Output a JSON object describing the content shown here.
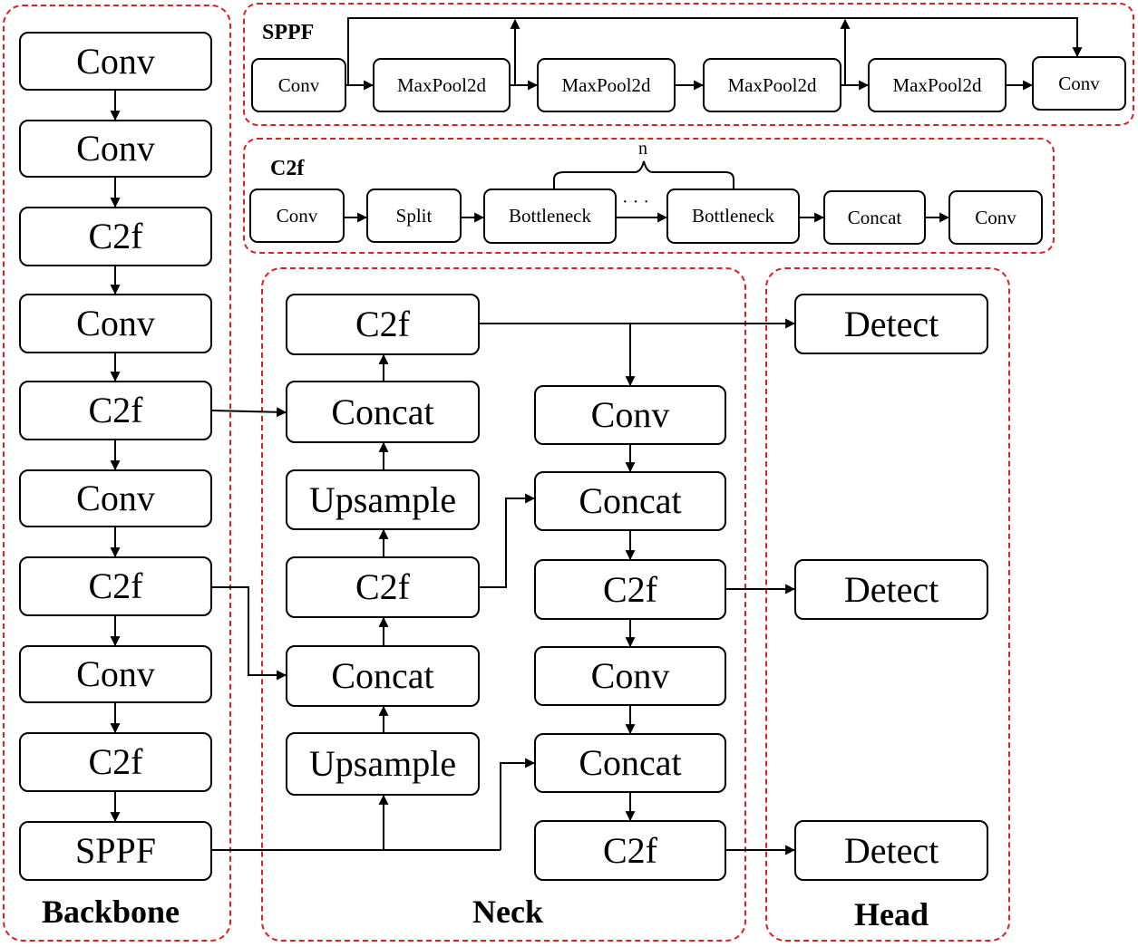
{
  "groups": {
    "backbone_label": "Backbone",
    "neck_label": "Neck",
    "head_label": "Head"
  },
  "backbone": {
    "nodes": [
      "Conv",
      "Conv",
      "C2f",
      "Conv",
      "C2f",
      "Conv",
      "C2f",
      "Conv",
      "C2f",
      "SPPF"
    ]
  },
  "neck": {
    "left_column": [
      "C2f",
      "Concat",
      "Upsample",
      "C2f",
      "Concat",
      "Upsample"
    ],
    "right_column": [
      "Conv",
      "Concat",
      "C2f",
      "Conv",
      "Concat",
      "C2f"
    ]
  },
  "head": {
    "nodes": [
      "Detect",
      "Detect",
      "Detect"
    ]
  },
  "sppf_detail": {
    "title": "SPPF",
    "nodes": [
      "Conv",
      "MaxPool2d",
      "MaxPool2d",
      "MaxPool2d",
      "MaxPool2d",
      "Conv"
    ]
  },
  "c2f_detail": {
    "title": "C2f",
    "nodes": [
      "Conv",
      "Split",
      "Bottleneck",
      "Bottleneck",
      "Concat",
      "Conv"
    ],
    "repeat_label": "n",
    "ellipsis": "· · ·"
  },
  "colors": {
    "group_border": "#e02020",
    "node_border": "#000000",
    "line": "#000000"
  }
}
